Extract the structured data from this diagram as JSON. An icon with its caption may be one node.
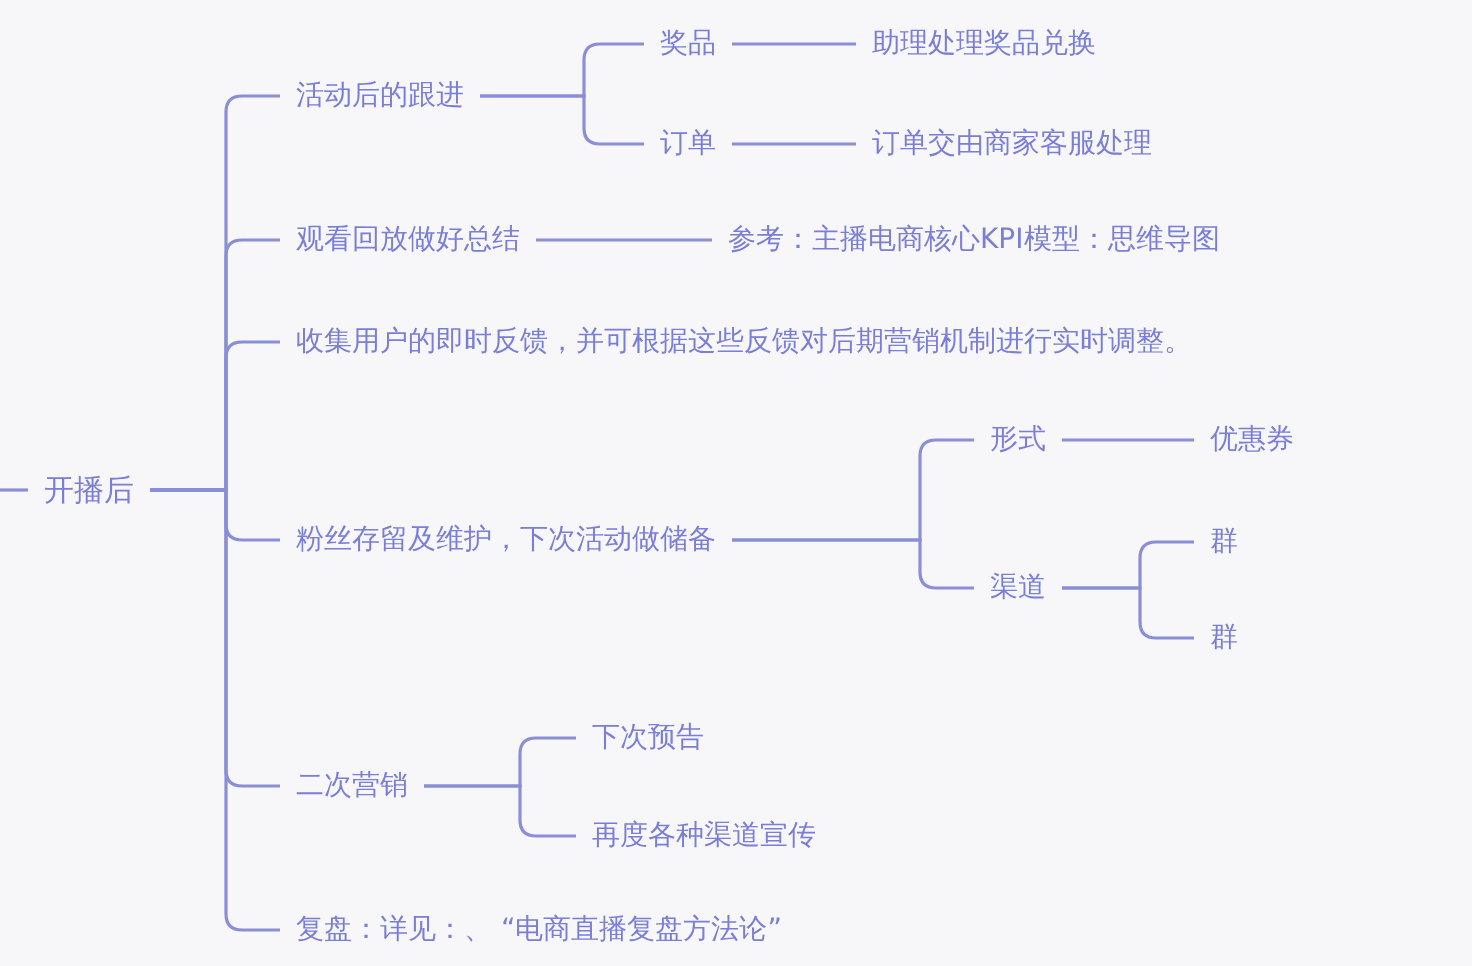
{
  "diagram": {
    "nodes": [
      {
        "text": [
          "开播后"
        ]
      },
      {
        "text": [
          "活动后的跟进"
        ]
      },
      {
        "text": [
          "奖品"
        ]
      },
      {
        "text": [
          "助理处理奖品兑换"
        ]
      },
      {
        "text": [
          "订单"
        ]
      },
      {
        "text": [
          "订单交由商家客服处理"
        ]
      },
      {
        "text": [
          "观看回放做好总结"
        ]
      },
      {
        "text": [
          "参考：主播电商核心KPI模型：思维导图"
        ]
      },
      {
        "text": [
          "收集用户的即时反馈，并可根据这些反馈对后期营销机制进行实时调整。"
        ]
      },
      {
        "text": [
          "粉丝存留及维护，下次活动做储备"
        ]
      },
      {
        "text": [
          "形式"
        ]
      },
      {
        "text": [
          "优惠券"
        ]
      },
      {
        "text": [
          "渠道"
        ]
      },
      {
        "text": [
          "群"
        ]
      },
      {
        "text": [
          "群"
        ]
      },
      {
        "text": [
          "二次营销"
        ]
      },
      {
        "text": [
          "下次预告"
        ]
      },
      {
        "text": [
          "再度各种渠道宣传"
        ]
      },
      {
        "text": [
          "复盘：详见：、 “电商直播复盘方法论”"
        ]
      }
    ],
    "edges": [
      {
        "from": null,
        "to": 0,
        "arrow": "none"
      },
      {
        "from": 0,
        "to": 1,
        "arrow": "none"
      },
      {
        "from": 0,
        "to": 6,
        "arrow": "none"
      },
      {
        "from": 0,
        "to": 8,
        "arrow": "none"
      },
      {
        "from": 0,
        "to": 9,
        "arrow": "none"
      },
      {
        "from": 0,
        "to": 15,
        "arrow": "none"
      },
      {
        "from": 0,
        "to": 18,
        "arrow": "none"
      },
      {
        "from": 1,
        "to": 2,
        "arrow": "none"
      },
      {
        "from": 1,
        "to": 4,
        "arrow": "none"
      },
      {
        "from": 2,
        "to": 3,
        "arrow": "none"
      },
      {
        "from": 4,
        "to": 5,
        "arrow": "none"
      },
      {
        "from": 6,
        "to": 7,
        "arrow": "none"
      },
      {
        "from": 9,
        "to": 10,
        "arrow": "none"
      },
      {
        "from": 9,
        "to": 12,
        "arrow": "none"
      },
      {
        "from": 10,
        "to": 11,
        "arrow": "none"
      },
      {
        "from": 12,
        "to": 13,
        "arrow": "none"
      },
      {
        "from": 12,
        "to": 14,
        "arrow": "none"
      },
      {
        "from": 15,
        "to": 16,
        "arrow": "none"
      },
      {
        "from": 15,
        "to": 17,
        "arrow": "none"
      }
    ]
  }
}
